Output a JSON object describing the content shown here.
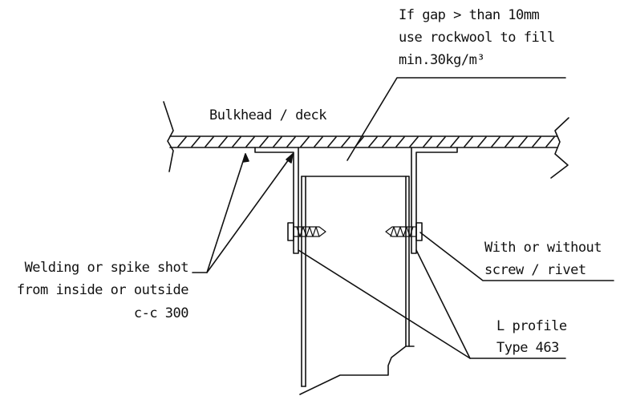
{
  "labels": {
    "gap_note": [
      "If gap > than 10mm",
      "use rockwool to fill",
      "min.30kg/m³"
    ],
    "bulkhead": "Bulkhead / deck",
    "welding": [
      "Welding or spike shot",
      "from inside or outside",
      "c-c 300"
    ],
    "screw": [
      "With or without",
      "screw / rivet"
    ],
    "profile": [
      "L profile",
      "Type 463"
    ]
  }
}
